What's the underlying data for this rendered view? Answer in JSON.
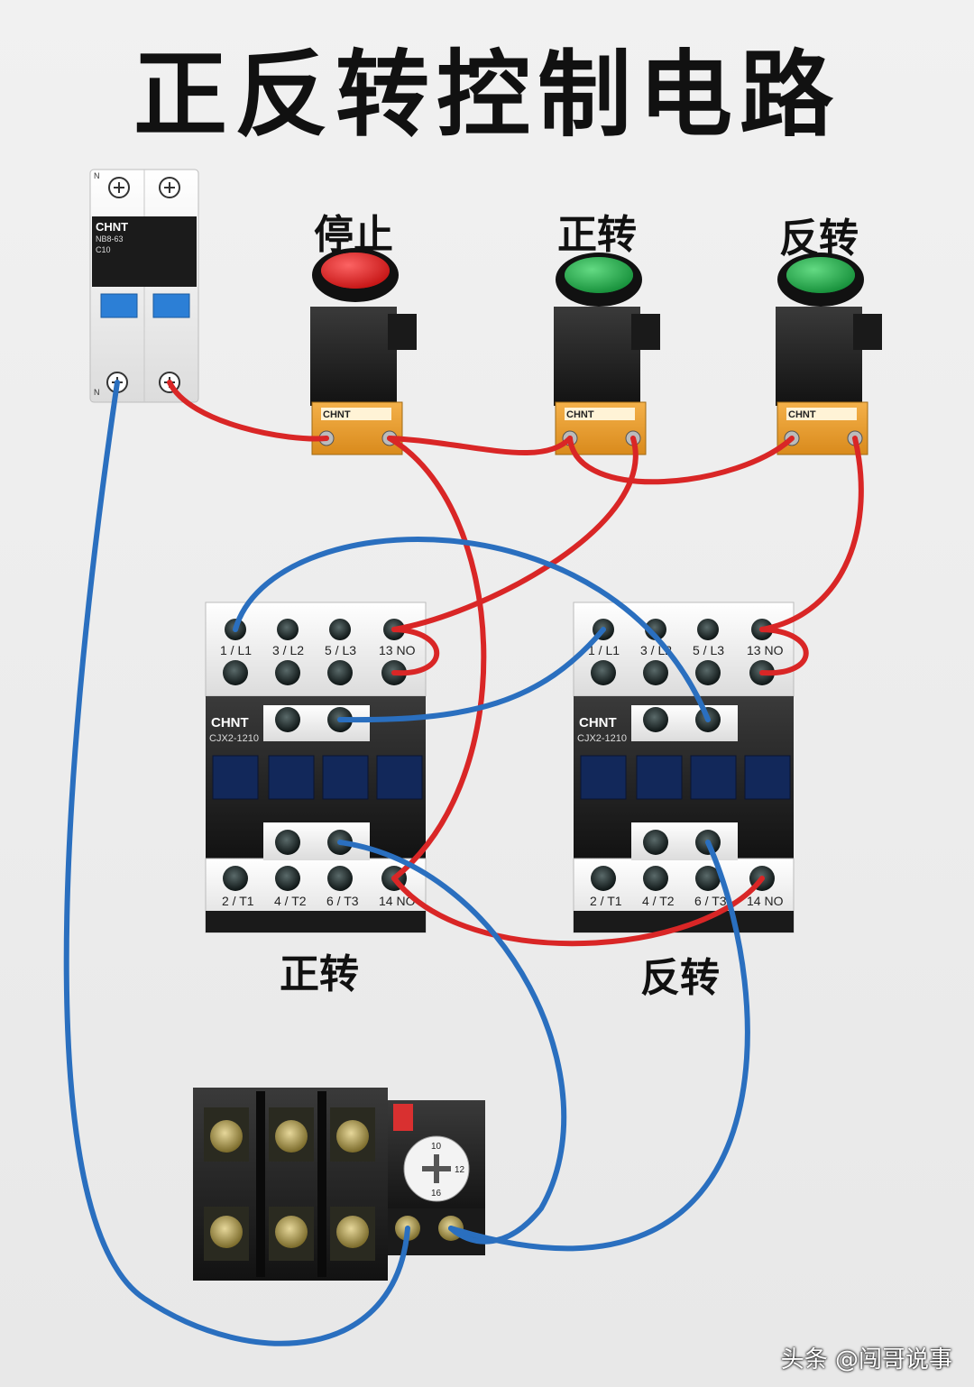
{
  "title": "正反转控制电路",
  "buttons": {
    "stop_label": "停止",
    "forward_label": "正转",
    "reverse_label": "反转",
    "brand": "CHNT",
    "colors": {
      "stop": "#e01f1f",
      "start": "#1fa846"
    }
  },
  "breaker": {
    "brand": "CHNT",
    "model": "NB8-63",
    "rating": "C10",
    "terminal_top": "N",
    "terminal_bottom": "N"
  },
  "contactors": {
    "model": "CJX2-1210",
    "brand": "CHNT",
    "terminals_top": [
      "1 / L1",
      "3 / L2",
      "5 / L3",
      "13 NO"
    ],
    "terminals_bottom": [
      "2 / T1",
      "4 / T2",
      "6 / T3",
      "14 NO"
    ],
    "left_label": "正转",
    "right_label": "反转"
  },
  "overload_relay": {
    "dial_ticks": [
      "10",
      "12",
      "16"
    ]
  },
  "wire_colors": {
    "live": "#d92626",
    "neutral": "#2a6fbf"
  },
  "watermark": "头条 @闯哥说事"
}
